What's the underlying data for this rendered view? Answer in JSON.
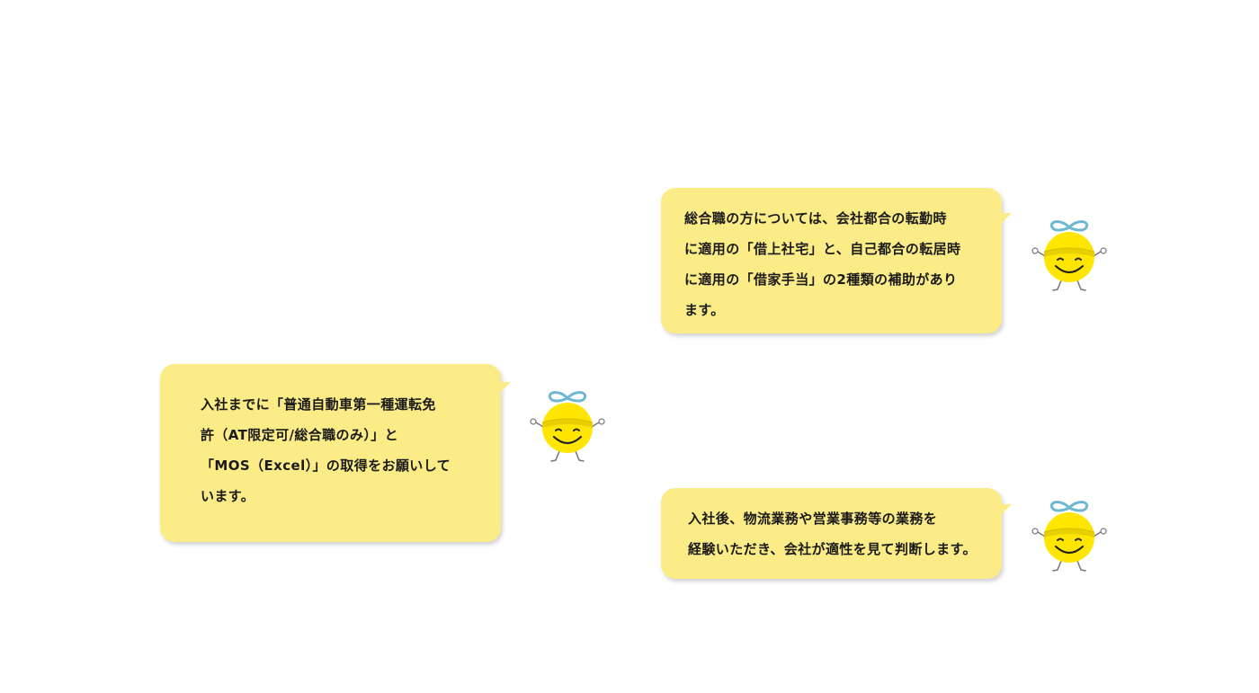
{
  "bubbles": [
    {
      "text": "総合職の方については、会社都合の転勤時\nに適用の「借上社宅」と、自己都合の転居時\nに適用の「借家手当」の2種類の補助があり\nます。"
    },
    {
      "text": "入社までに「普通自動車第一種運転免\n許（AT限定可/総合職のみ）」と\n「MOS（Excel）」の取得をお願いして\nいます。"
    },
    {
      "text": "入社後、物流業務や営業事務等の業務を\n経験いただき、会社が適性を見て判断します。"
    }
  ],
  "mascot": {
    "icon": "smiley-mascot-icon",
    "face_color": "#ffe600",
    "bow_color": "#6fb6d2",
    "band_color": "#e8d000"
  },
  "colors": {
    "bubble": "#fbec87",
    "background": "#ffffff"
  }
}
